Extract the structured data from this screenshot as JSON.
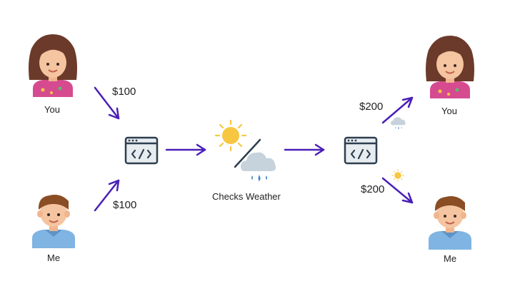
{
  "left": {
    "top_person_label": "You",
    "bottom_person_label": "Me",
    "top_amount": "$100",
    "bottom_amount": "$100"
  },
  "center": {
    "weather_label": "Checks Weather"
  },
  "right": {
    "top_person_label": "You",
    "bottom_person_label": "Me",
    "top_amount": "$200",
    "bottom_amount": "$200"
  },
  "icons": [
    "girl-avatar-icon",
    "boy-avatar-icon",
    "code-window-icon",
    "sun-icon",
    "rain-cloud-icon",
    "arrow-icon"
  ],
  "colors": {
    "arrow": "#4a1fb8",
    "sun": "#f7c742",
    "cloud": "#c7d3dc",
    "rain": "#4a86c5",
    "window_fill": "#e7ecf0",
    "window_stroke": "#2d3e4e",
    "girl_shirt": "#d64b8f",
    "boy_shirt": "#7fb4e3",
    "hair_girl": "#6b3a2a",
    "hair_boy": "#8a4d24",
    "skin": "#f5c4a0"
  }
}
